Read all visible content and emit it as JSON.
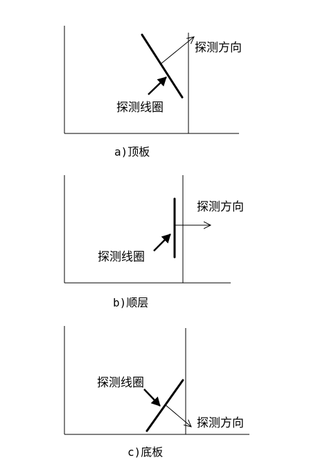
{
  "panels": [
    {
      "caption": "a)顶板",
      "coil_label": "探测线圈",
      "direction_label": "探测方向"
    },
    {
      "caption": "b)顺层",
      "coil_label": "探测线圈",
      "direction_label": "探测方向"
    },
    {
      "caption": "c)底板",
      "coil_label": "探测线圈",
      "direction_label": "探测方向"
    }
  ]
}
